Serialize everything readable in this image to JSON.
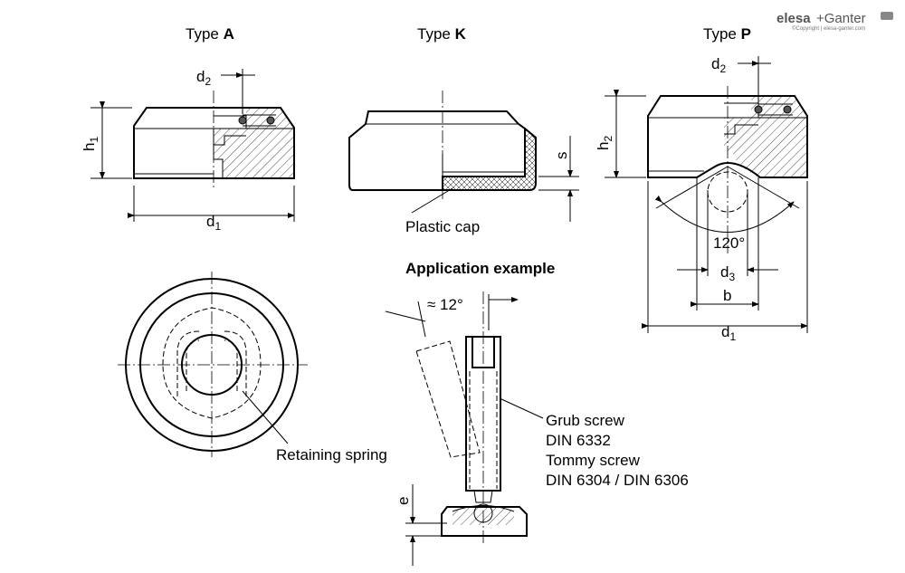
{
  "brand": {
    "name_part1": "elesa",
    "name_part2": "+Ganter",
    "copyright": "©Copyright | elesa-ganter.com"
  },
  "views": {
    "type_a": {
      "prefix": "Type ",
      "letter": "A"
    },
    "type_k": {
      "prefix": "Type ",
      "letter": "K"
    },
    "type_p": {
      "prefix": "Type ",
      "letter": "P"
    }
  },
  "dimensions": {
    "d": "d",
    "h": "h",
    "sub_1": "1",
    "sub_2": "2",
    "sub_3": "3",
    "s": "s",
    "b": "b",
    "e": "e",
    "angle_120": "120°",
    "angle_12": "≈ 12°"
  },
  "labels": {
    "plastic_cap": "Plastic cap",
    "retaining_spring": "Retaining spring",
    "application_example": "Application example",
    "grub_screw": "Grub screw",
    "din_6332": "DIN 6332",
    "tommy_screw": "Tommy screw",
    "din_6304_6306": "DIN 6304 / DIN 6306"
  }
}
